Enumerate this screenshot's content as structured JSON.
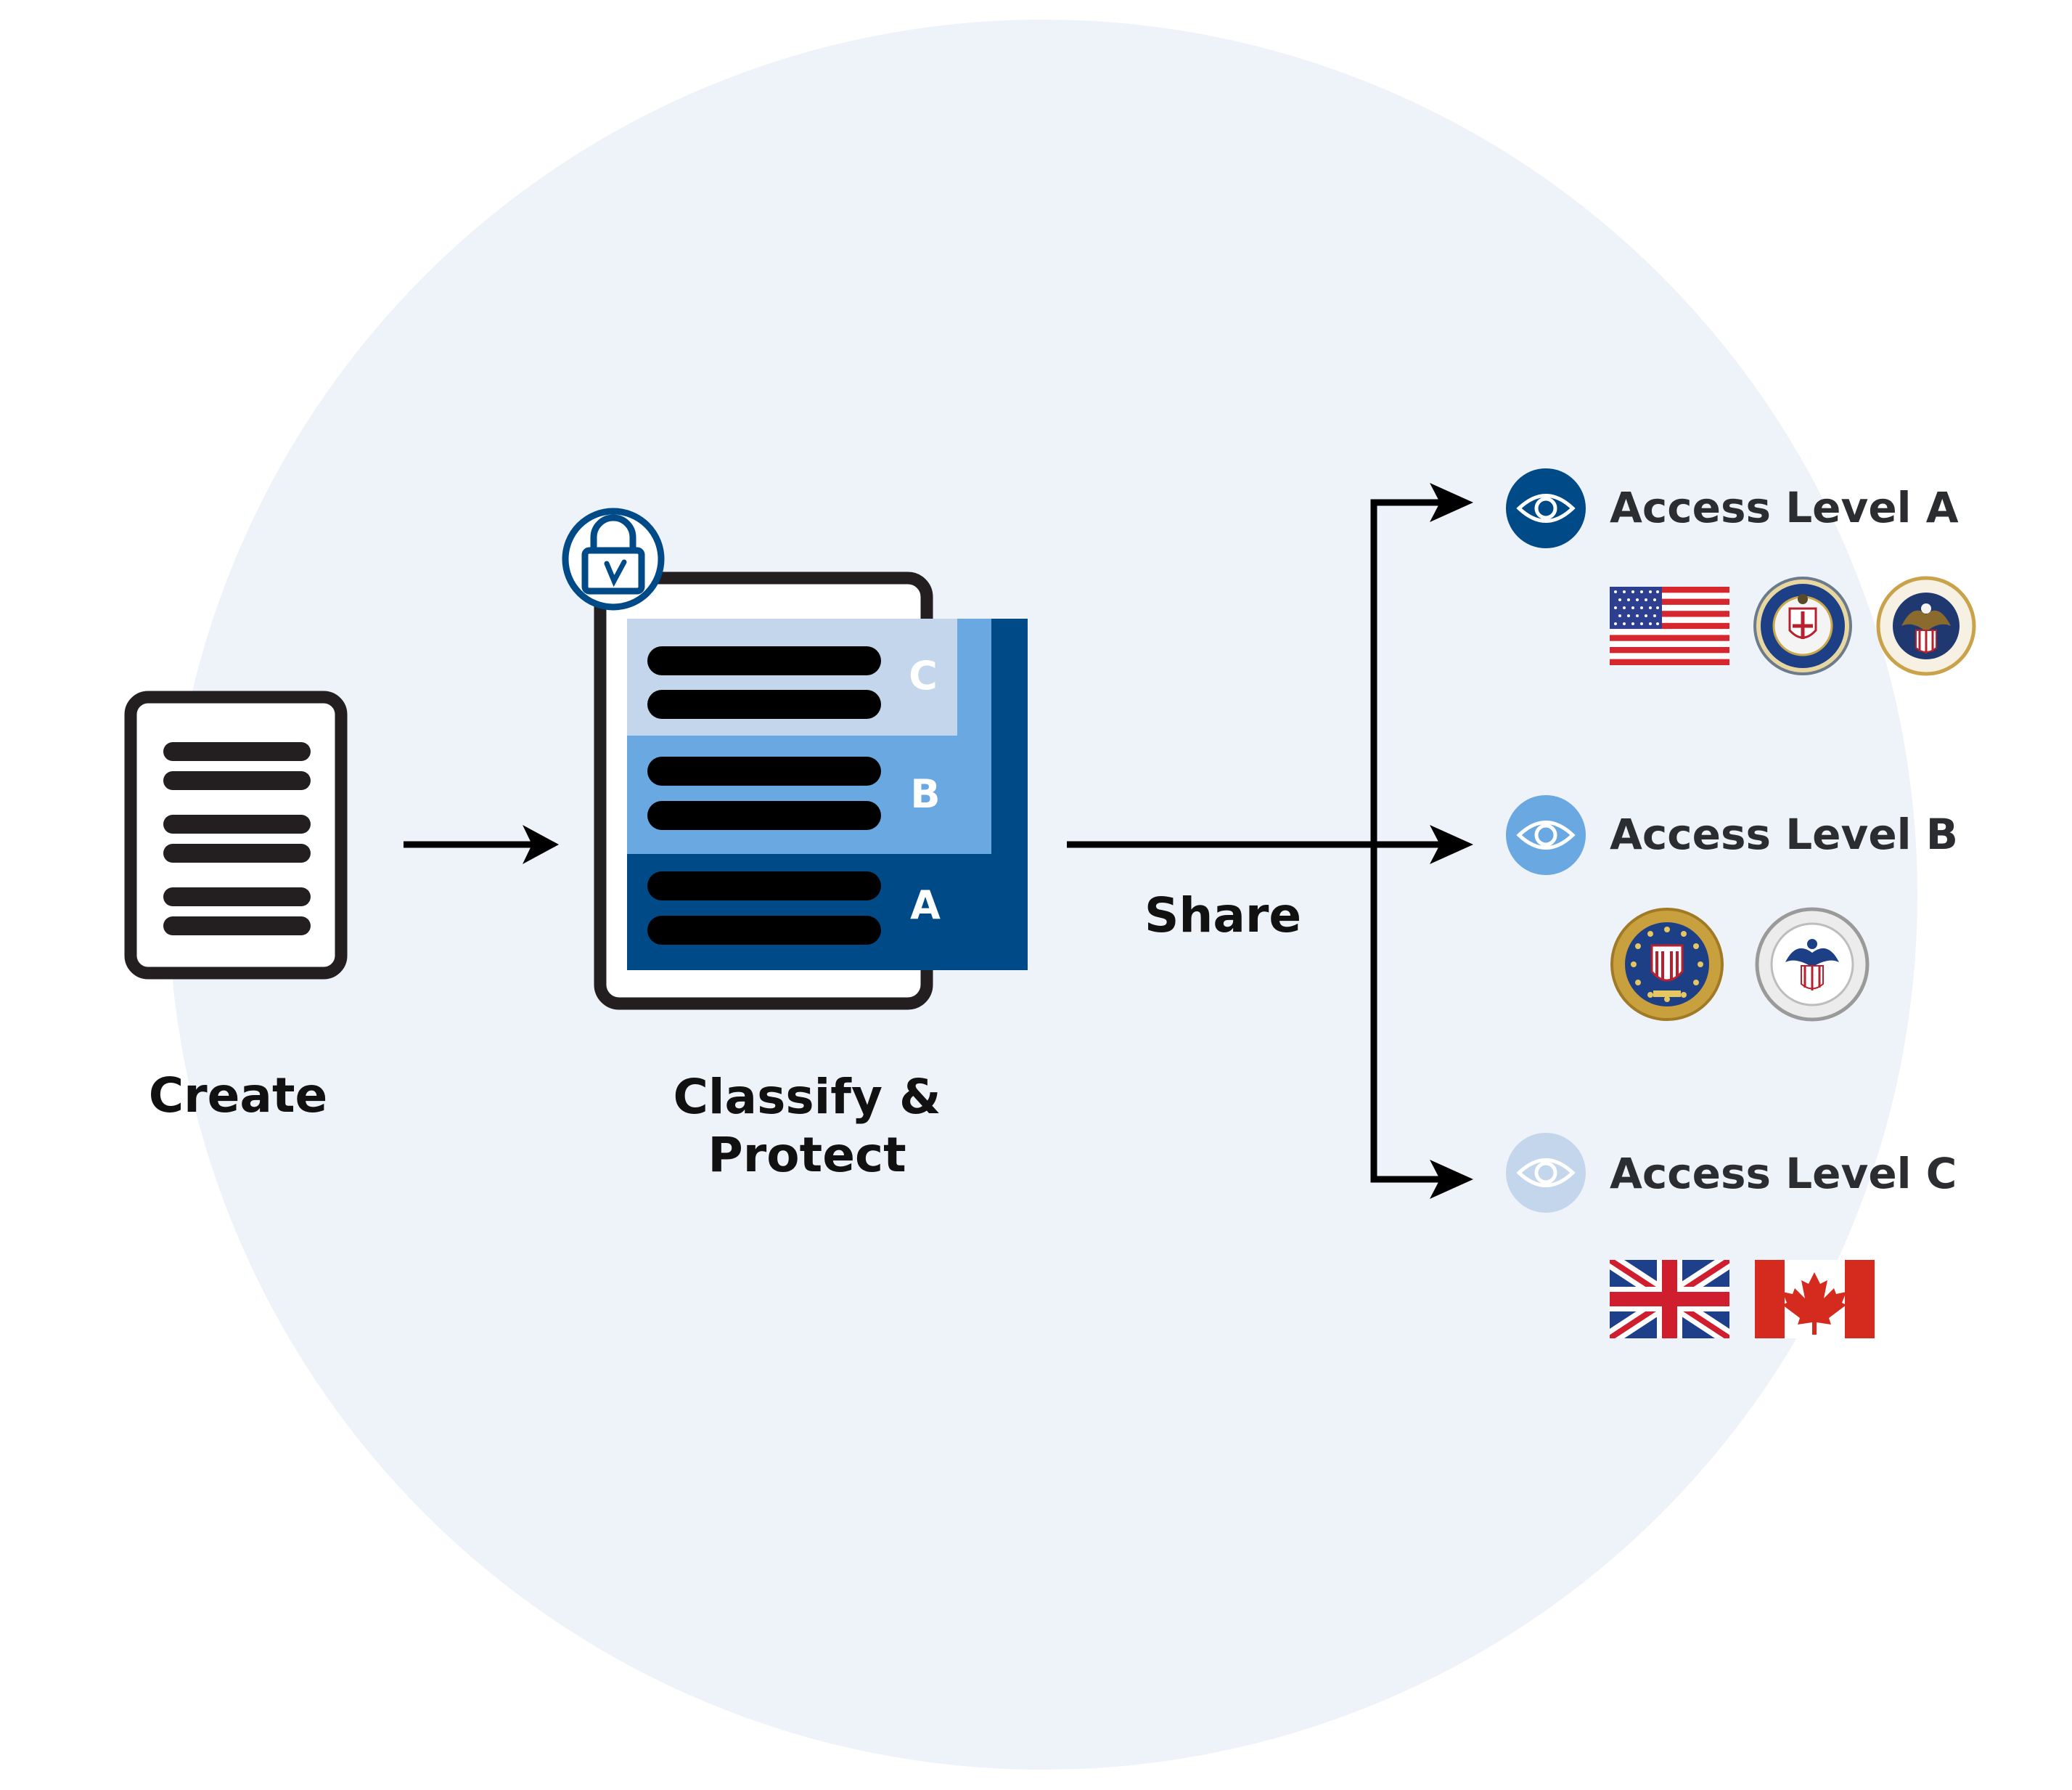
{
  "steps": {
    "create": "Create",
    "classify_line1": "Classify &",
    "classify_line2": "Protect",
    "share": "Share"
  },
  "document": {
    "sections": [
      "C",
      "B",
      "A"
    ]
  },
  "access_levels": [
    {
      "label": "Access Level A",
      "color": "#004a87",
      "agencies": [
        "us-flag",
        "cia-seal",
        "nsa-seal"
      ]
    },
    {
      "label": "Access Level B",
      "color": "#6aa8e2",
      "agencies": [
        "fbi-seal",
        "cbp-seal"
      ]
    },
    {
      "label": "Access Level C",
      "color": "#c4d6ec",
      "agencies": [
        "uk-flag",
        "canada-flag"
      ]
    }
  ],
  "colors": {
    "background_circle": "#eef2f9",
    "dark_blue": "#004a87",
    "mid_blue": "#6aa8e2",
    "light_blue": "#c4d6ec",
    "ink": "#231f20"
  }
}
